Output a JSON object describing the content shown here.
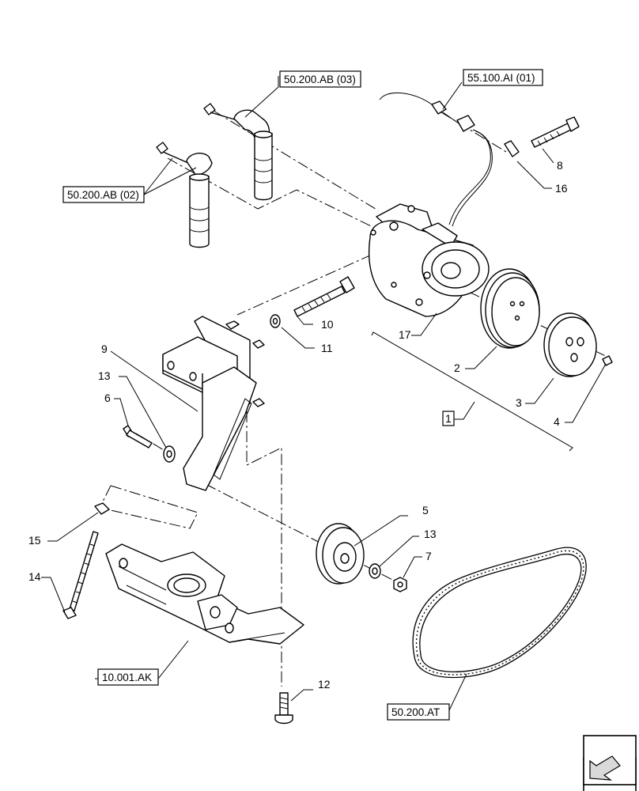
{
  "refs": {
    "ab03": "50.200.AB (03)",
    "ab02": "50.200.AB (02)",
    "ai01": "55.100.AI (01)",
    "ak": "10.001.AK",
    "at": "50.200.AT"
  },
  "callouts": {
    "c1": "1",
    "c2": "2",
    "c3": "3",
    "c4": "4",
    "c5": "5",
    "c6": "6",
    "c7": "7",
    "c8": "8",
    "c9": "9",
    "c10": "10",
    "c11": "11",
    "c12": "12",
    "c13a": "13",
    "c13b": "13",
    "c14": "14",
    "c15": "15",
    "c16": "16",
    "c17": "17"
  },
  "nav": {
    "icon": "next-page-arrow-icon"
  }
}
